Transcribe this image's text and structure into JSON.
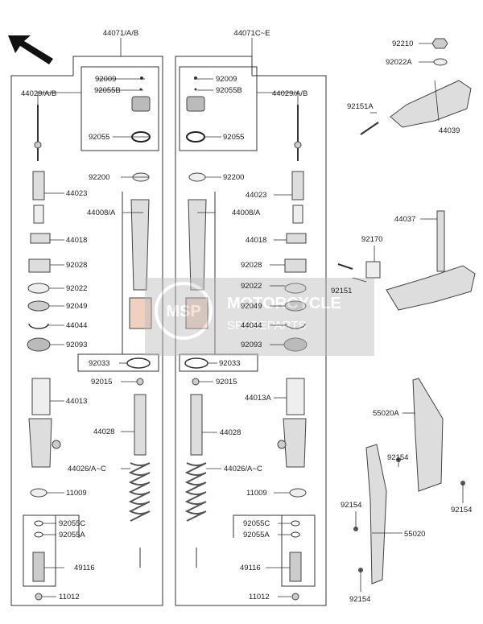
{
  "watermark": {
    "title": "MOTORCYCLE",
    "subtitle": "SPAREPARTS",
    "logo": "MSP"
  },
  "labels": {
    "assy_left": "44071/A/B",
    "assy_right": "44071C~E",
    "p92210": "92210",
    "p92022A": "92022A",
    "p92151A": "92151A",
    "p44039": "44039",
    "p44037": "44037",
    "p92170": "92170",
    "p92151": "92151",
    "p55020A": "55020A",
    "p92154": "92154",
    "p55020": "55020",
    "l_92009": "92009",
    "l_92055B": "92055B",
    "l_44029": "44029/A/B",
    "l_92055": "92055",
    "l_92200": "92200",
    "l_44023": "44023",
    "l_44008": "44008/A",
    "l_44018": "44018",
    "l_92028": "92028",
    "l_92022": "92022",
    "l_92049": "92049",
    "l_44044": "44044",
    "l_92093": "92093",
    "l_92033": "92033",
    "l_92015": "92015",
    "l_44013": "44013",
    "l_44028": "44028",
    "l_44026": "44026/A~C",
    "l_11009": "11009",
    "l_92055C": "92055C",
    "l_92055A": "92055A",
    "l_49116": "49116",
    "l_11012": "11012",
    "r_92009": "92009",
    "r_92055B": "92055B",
    "r_44029": "44029/A/B",
    "r_92055": "92055",
    "r_92200": "92200",
    "r_44023": "44023",
    "r_44008": "44008/A",
    "r_44018": "44018",
    "r_92028": "92028",
    "r_92022": "92022",
    "r_92049": "92049",
    "r_44044": "44044",
    "r_92093": "92093",
    "r_92033": "92033",
    "r_92015": "92015",
    "r_44013A": "44013A",
    "r_44028": "44028",
    "r_44026": "44026/A~C",
    "r_11009": "11009",
    "r_92055C": "92055C",
    "r_92055A": "92055A",
    "r_49116": "49116",
    "r_11012": "11012"
  },
  "icons": [
    "direction-arrow-icon",
    "fork-part-drawings"
  ]
}
